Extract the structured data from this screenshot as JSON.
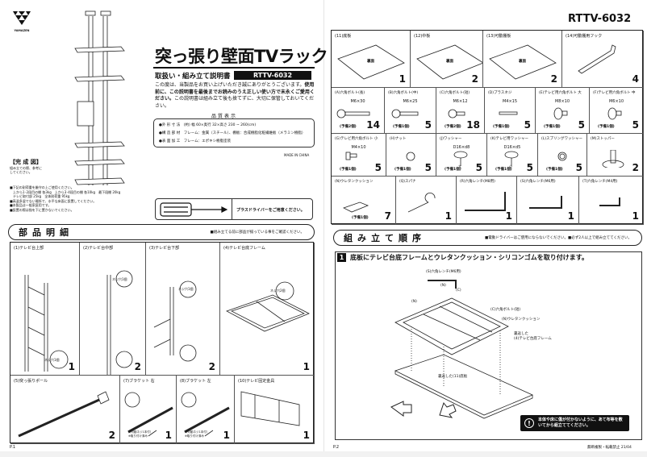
{
  "brand": {
    "logo_text": "YAMAZEN"
  },
  "page1": {
    "title": "突っ張り壁面TVラック",
    "subtitle": "取扱い・組み立て説明書",
    "model": "RTTV-6032",
    "intro_plain1": "この度は、当製品をお買い上げいただき誠にありがとうございます。",
    "intro_bold": "使用前に、この説明書を最後までお読みのうえ正しい使い方で末永くご愛用ください。",
    "intro_plain2": "この説明書は組み立て後も捨てずに、大切に保管しておいてください。",
    "quality_title": "品質表示",
    "quality_rows": [
      "●外 形 寸 法　(約) 幅 60×奥行 32×高さ 230 ~ 260(cm)",
      "●構 造 部 材　フレーム：金属（スチール）、棚板：合成樹脂化粧繊維板（メラミン樹脂）",
      "●表 面 加 工　フレーム：エポキシ樹脂塗装"
    ],
    "made_in": "MADE IN CHINA",
    "complete_title": "【完 成 図】",
    "complete_note": "組み立ての際、参考にしてください。",
    "notes": [
      "■下記の耐荷重を厳守の上ご使用ください。",
      "　上から1･2段目の棚 各3kg　上から3･4段目の棚 各10kg　最下段棚 20kg",
      "　テレビ取付部 25kg　全体耐荷重 95kg",
      "■高温多湿でない場所で、水平な床面に設置してください。",
      "■本製品は一般家庭用です。",
      "■設置の際は指を下に置かないでください。"
    ],
    "tool_note": "プラスドライバーをご用意ください。",
    "parts_header": "部品明細",
    "parts_note": "■組み立てる前に部品が揃っている事をご確認ください。",
    "parts": [
      {
        "label": "(1)テレビ台上部",
        "qty": "1",
        "callout": "ネジ穴1個"
      },
      {
        "label": "(2)テレビ台中部",
        "qty": "2",
        "callout": "ネジ穴1個"
      },
      {
        "label": "(3)テレビ台下部",
        "qty": "2",
        "callout": "ネジ穴1個"
      },
      {
        "label": "(4)テレビ台底フレーム",
        "qty": "1",
        "callout": "ネジ穴2個"
      },
      {
        "label": "(5)突っ張りポール",
        "qty": "2"
      },
      {
        "label": "(7)ブラケット 右",
        "qty": "1",
        "callout": "（可動ネジ1本付）※取り付け済み"
      },
      {
        "label": "(8)ブラケット 左",
        "qty": "1",
        "callout": "（可動ネジ1本付）※取り付け済み"
      },
      {
        "label": "(10)テレビ固定金具",
        "qty": "1"
      }
    ],
    "page_num": "P.1"
  },
  "page2": {
    "model": "RTTV-6032",
    "back_label": "裏面",
    "boards": [
      {
        "label": "(11)底板",
        "qty": "1"
      },
      {
        "label": "(12)中板",
        "qty": "2"
      },
      {
        "label": "(13)可動棚板",
        "qty": "2"
      },
      {
        "label": "(14)可動棚用フック",
        "qty": "4"
      }
    ],
    "hardware": [
      {
        "label": "(A)六角ボルト(長)",
        "size": "M6×30",
        "spare": "(予備2個)",
        "qty": "14"
      },
      {
        "label": "(B)六角ボルト(中)",
        "size": "M6×25",
        "spare": "(予備1個)",
        "qty": "5"
      },
      {
        "label": "(C)六角ボルト(短)",
        "size": "M6×12",
        "spare": "(予備2個)",
        "qty": "18"
      },
      {
        "label": "(D)プラスネジ",
        "size": "M4×15",
        "spare": "(予備1個)",
        "qty": "5"
      },
      {
        "label": "(E)テレビ用六角ボルト 大",
        "size": "M8×10",
        "spare": "(予備1個)",
        "qty": "5"
      },
      {
        "label": "(F)テレビ用六角ボルト 中",
        "size": "M6×10",
        "spare": "(予備1個)",
        "qty": "5"
      }
    ],
    "hardware2": [
      {
        "label": "(G)テレビ用六角ボルト 小",
        "size": "M4×10",
        "spare": "(予備1個)",
        "qty": "5"
      },
      {
        "label": "(H)ナット",
        "size": "",
        "spare": "(予備1個)",
        "qty": "5"
      },
      {
        "label": "(J)ワッシャー",
        "size": "D16×d8",
        "spare": "(予備1個)",
        "qty": "5",
        "mark": "大"
      },
      {
        "label": "(K)テレビ用ワッシャー",
        "size": "D16×d5",
        "spare": "(予備1個)",
        "qty": "5",
        "mark": "小"
      },
      {
        "label": "(L)スプリングワッシャー",
        "size": "",
        "spare": "(予備1個)",
        "qty": "5"
      },
      {
        "label": "(M)ストッパー",
        "size": "",
        "spare": "",
        "qty": "2"
      }
    ],
    "tools": [
      {
        "label": "(N)ウレタンクッション",
        "spare": "(予備1個)",
        "qty": "7"
      },
      {
        "label": "(Q)スパナ",
        "qty": "1"
      },
      {
        "label": "(R)六角レンチ(M8用)",
        "qty": "1"
      },
      {
        "label": "(S)六角レンチ(M6用)",
        "qty": "1"
      },
      {
        "label": "(T)六角レンチ(M4用)",
        "qty": "1"
      }
    ],
    "assembly_header": "組み立て順序",
    "assembly_note": "■電動ドライバーはご使用にならないでください。■必ず2人以上で組み立ててください。",
    "step": {
      "number": "1",
      "title": "底板にテレビ台底フレームとウレタンクッション・シリコンゴムを取り付けます。",
      "callouts": {
        "wrench": "(S)六角レンチ(M6用)",
        "n": "(N)",
        "c": "(C)",
        "bolt": "(C)六角ボルト(短)",
        "cushion": "(N)ウレタンクッション",
        "frame": "裏返した\n(4)テレビ台底フレーム",
        "board": "裏返した(11)底板"
      },
      "warning": "本体や床に傷が付かないように、あて布等を敷いてから組立ててください。"
    },
    "page_num": "P.2",
    "copyright": "無断複製・転載禁止 21/04"
  }
}
